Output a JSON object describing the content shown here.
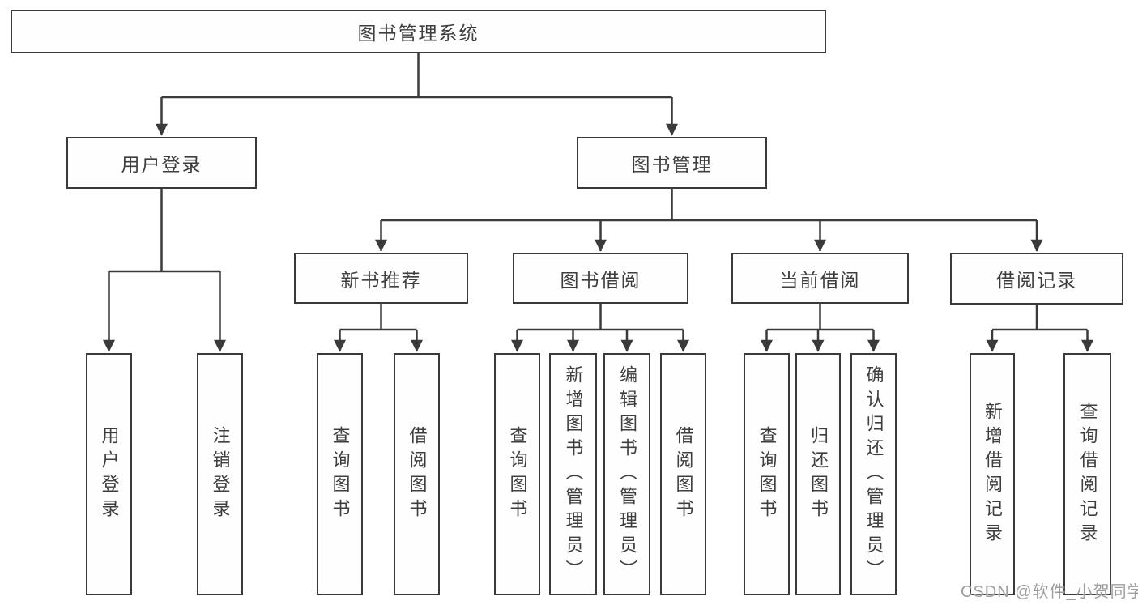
{
  "diagram": {
    "root": {
      "label": "图书管理系统"
    },
    "login": {
      "label": "用户登录",
      "children": [
        {
          "label": "用户登录"
        },
        {
          "label": "注销登录"
        }
      ]
    },
    "management": {
      "label": "图书管理",
      "sections": [
        {
          "label": "新书推荐",
          "children": [
            {
              "label": "查询图书"
            },
            {
              "label": "借阅图书"
            }
          ]
        },
        {
          "label": "图书借阅",
          "children": [
            {
              "label": "查询图书"
            },
            {
              "label": "新增图书（管理员）"
            },
            {
              "label": "编辑图书（管理员）"
            },
            {
              "label": "借阅图书"
            }
          ]
        },
        {
          "label": "当前借阅",
          "children": [
            {
              "label": "查询图书"
            },
            {
              "label": "归还图书"
            },
            {
              "label": "确认归还（管理员）"
            }
          ]
        },
        {
          "label": "借阅记录",
          "children": [
            {
              "label": "新增借阅记录"
            },
            {
              "label": "查询借阅记录"
            }
          ]
        }
      ]
    },
    "colors": {
      "stroke": "#3a3a3a",
      "text": "#3e3e3e",
      "background": "#ffffff",
      "watermark": "#9e9e9e"
    }
  },
  "watermark": {
    "text": "CSDN @软件_小贺同学"
  }
}
